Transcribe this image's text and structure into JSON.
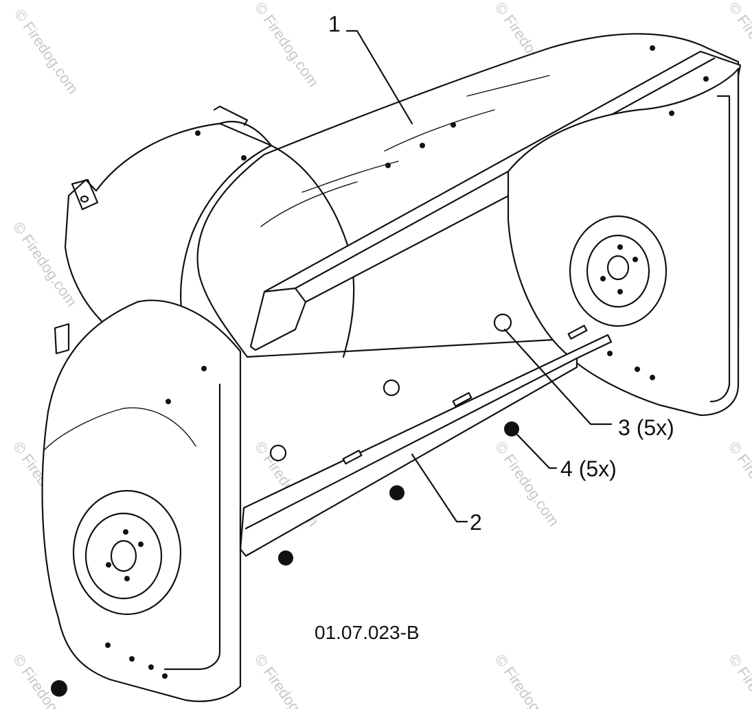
{
  "callouts": [
    {
      "id": "1",
      "label": "1"
    },
    {
      "id": "2",
      "label": "2"
    },
    {
      "id": "3",
      "label": "3 (5x)"
    },
    {
      "id": "4",
      "label": "4 (5x)"
    }
  ],
  "diagram_code": "01.07.023-B",
  "watermark": {
    "text": "© Firedog.com",
    "color": "#c8c8c8"
  },
  "colors": {
    "line": "#111111",
    "background": "#ffffff"
  }
}
